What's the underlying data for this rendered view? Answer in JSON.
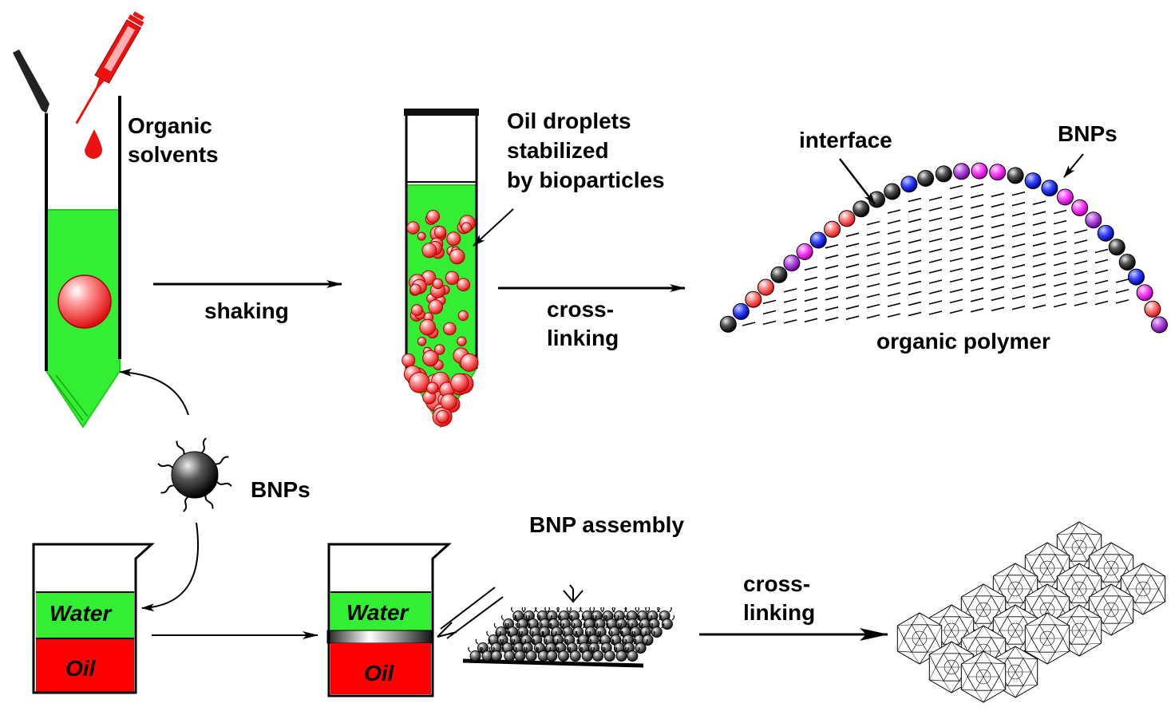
{
  "labels": {
    "organic_solvents": "Organic\nsolvents",
    "shaking": "shaking",
    "oil_droplets": "Oil droplets\nstabilized\nby bioparticles",
    "crosslinking_top": "cross-\nlinking",
    "interface": "interface",
    "bnps_top": "BNPs",
    "organic_polymer": "organic polymer",
    "bnps_mid": "BNPs",
    "bnp_assembly": "BNP assembly",
    "water1": "Water",
    "oil1": "Oil",
    "water2": "Water",
    "oil2": "Oil",
    "crosslinking_bottom": "cross-\nlinking"
  },
  "colors": {
    "green": "#33ee33",
    "red": "#ff0000",
    "syringe_red": "#ee1111",
    "dark": "#111111"
  },
  "bead_colors": [
    "black",
    "blue",
    "red",
    "red",
    "black",
    "violet",
    "magenta",
    "blue",
    "red",
    "red",
    "black",
    "black",
    "black",
    "blue",
    "black",
    "black",
    "violet",
    "magenta",
    "magenta",
    "black",
    "blue",
    "blue",
    "magenta",
    "magenta",
    "violet",
    "blue",
    "black",
    "black",
    "blue",
    "magenta",
    "red",
    "violet"
  ]
}
